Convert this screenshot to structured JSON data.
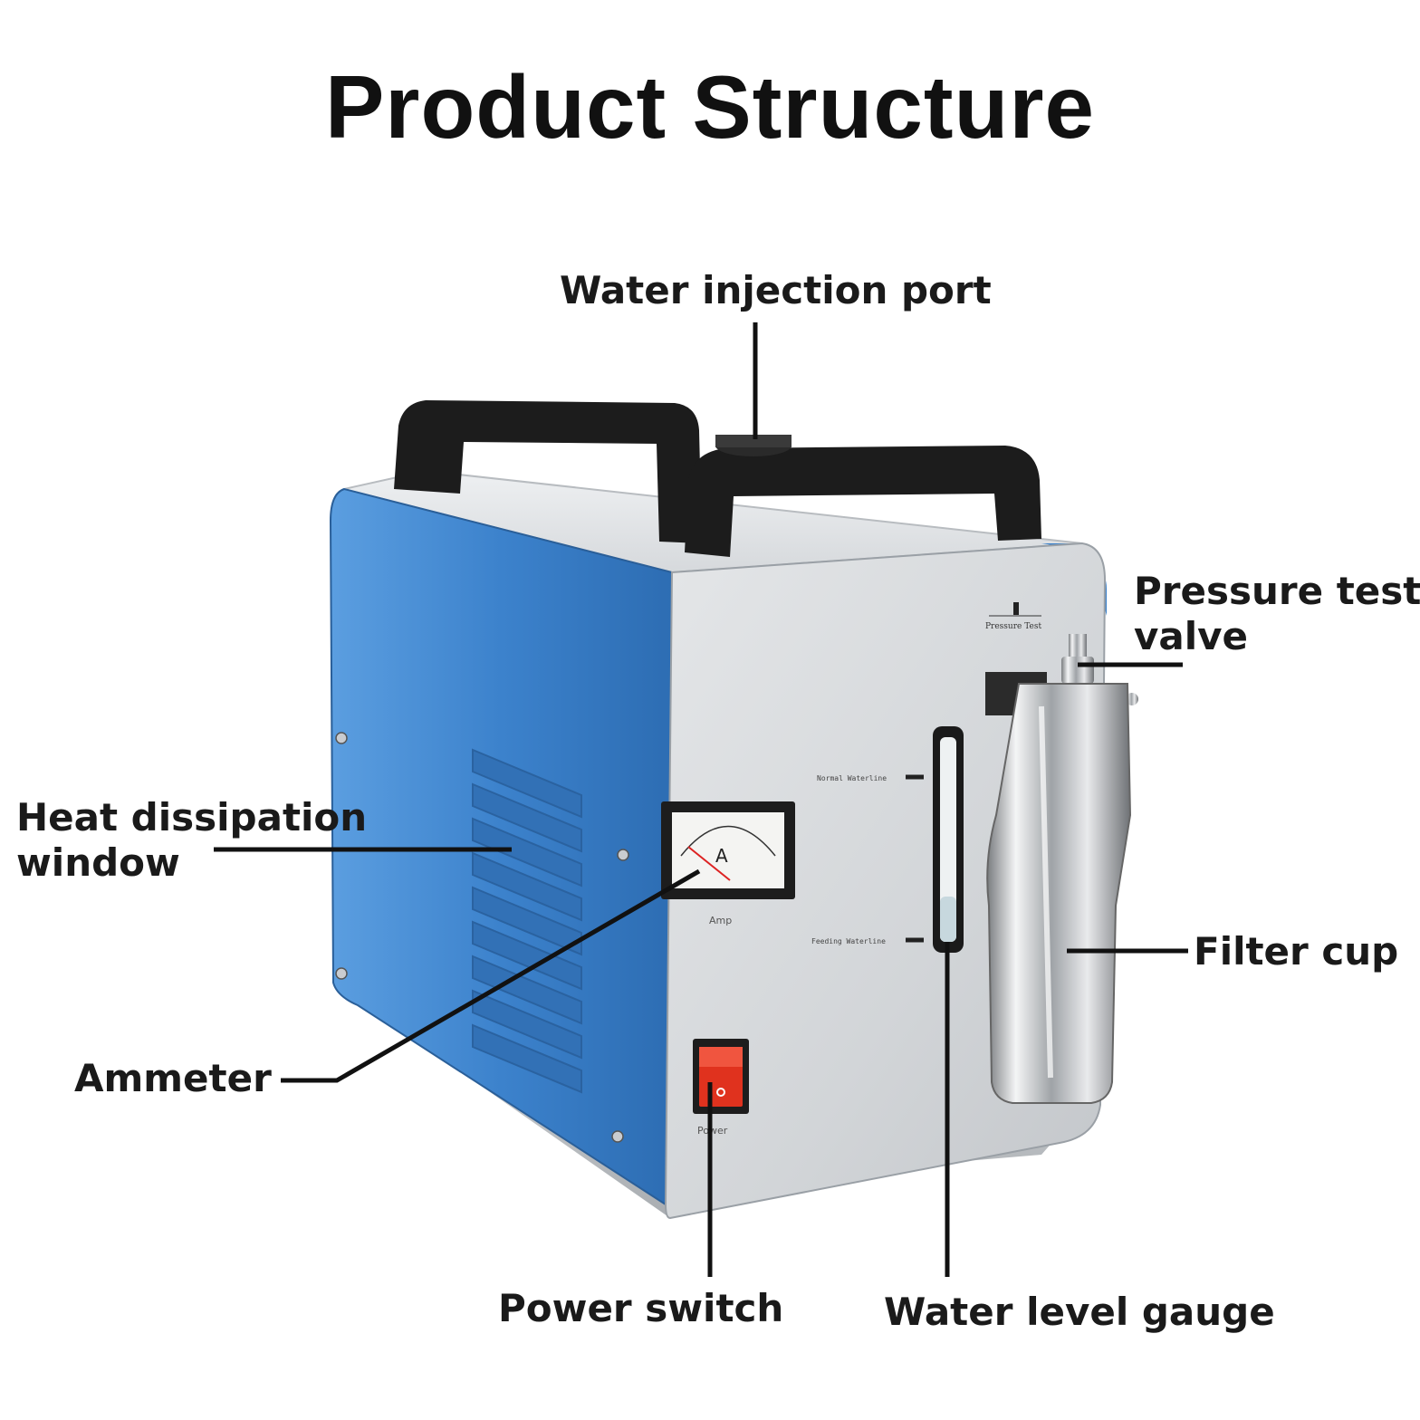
{
  "title": "Product Structure",
  "labels": {
    "water_injection_port": "Water injection port",
    "pressure_test_valve_line1": "Pressure test",
    "pressure_test_valve_line2": "valve",
    "heat_dissipation_window_line1": "Heat dissipation",
    "heat_dissipation_window_line2": "window",
    "filter_cup": "Filter cup",
    "ammeter": "Ammeter",
    "power_switch": "Power switch",
    "water_level_gauge": "Water level gauge"
  },
  "panel_text": {
    "pressure_test": "Pressure Test",
    "normal_waterline": "Normal Waterline",
    "feeding_waterline": "Feeding Waterline",
    "amp": "Amp",
    "ammeter_unit": "A",
    "power": "Power"
  },
  "colors": {
    "body_blue": "#3f86cf",
    "panel_silver": "#d4d7da",
    "handle": "#1c1c1c",
    "switch_red": "#e0321e",
    "leader_line": "#111111"
  }
}
